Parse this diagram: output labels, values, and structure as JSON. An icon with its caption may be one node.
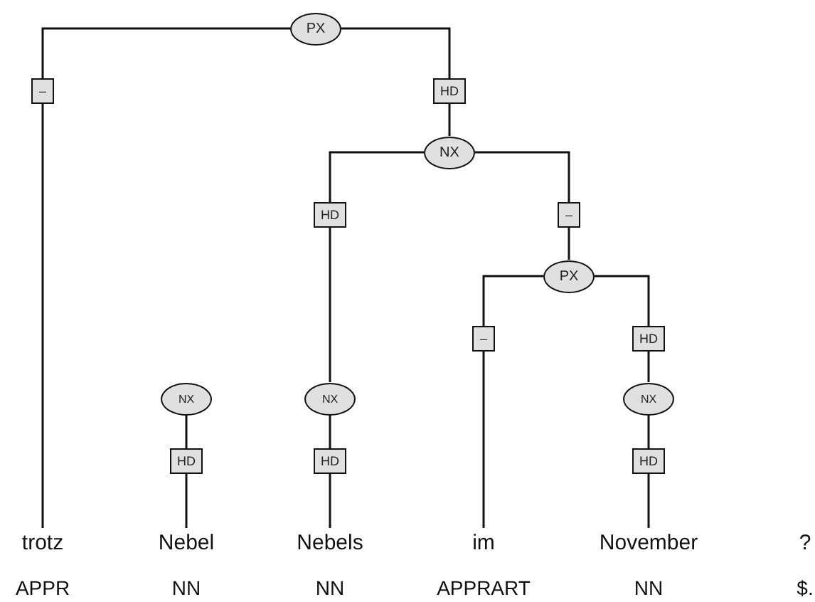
{
  "diagram": {
    "nodes": [
      {
        "text": [
          "PX"
        ]
      },
      {
        "text": [
          "NX"
        ]
      },
      {
        "text": [
          "PX"
        ]
      },
      {
        "text": [
          "NX"
        ]
      },
      {
        "text": [
          "NX"
        ]
      },
      {
        "text": [
          "NX"
        ]
      },
      {
        "text": [
          "trotz",
          "APPR"
        ]
      },
      {
        "text": [
          "Nebel",
          "NN"
        ]
      },
      {
        "text": [
          "Nebels",
          "NN"
        ]
      },
      {
        "text": [
          "im",
          "APPRART"
        ]
      },
      {
        "text": [
          "November",
          "NN"
        ]
      },
      {
        "text": [
          "?",
          "$."
        ]
      }
    ],
    "edges": [
      {
        "from": 0,
        "to": 6,
        "arrow": "none",
        "label": "–"
      },
      {
        "from": 0,
        "to": 1,
        "arrow": "none",
        "label": "HD"
      },
      {
        "from": 1,
        "to": 4,
        "arrow": "none",
        "label": "HD"
      },
      {
        "from": 1,
        "to": 2,
        "arrow": "none",
        "label": "–"
      },
      {
        "from": 2,
        "to": 9,
        "arrow": "none",
        "label": "–"
      },
      {
        "from": 2,
        "to": 5,
        "arrow": "none",
        "label": "HD"
      },
      {
        "from": 3,
        "to": 7,
        "arrow": "none",
        "label": "HD"
      },
      {
        "from": 4,
        "to": 8,
        "arrow": "none",
        "label": "HD"
      },
      {
        "from": 5,
        "to": 10,
        "arrow": "none",
        "label": "HD"
      }
    ]
  }
}
